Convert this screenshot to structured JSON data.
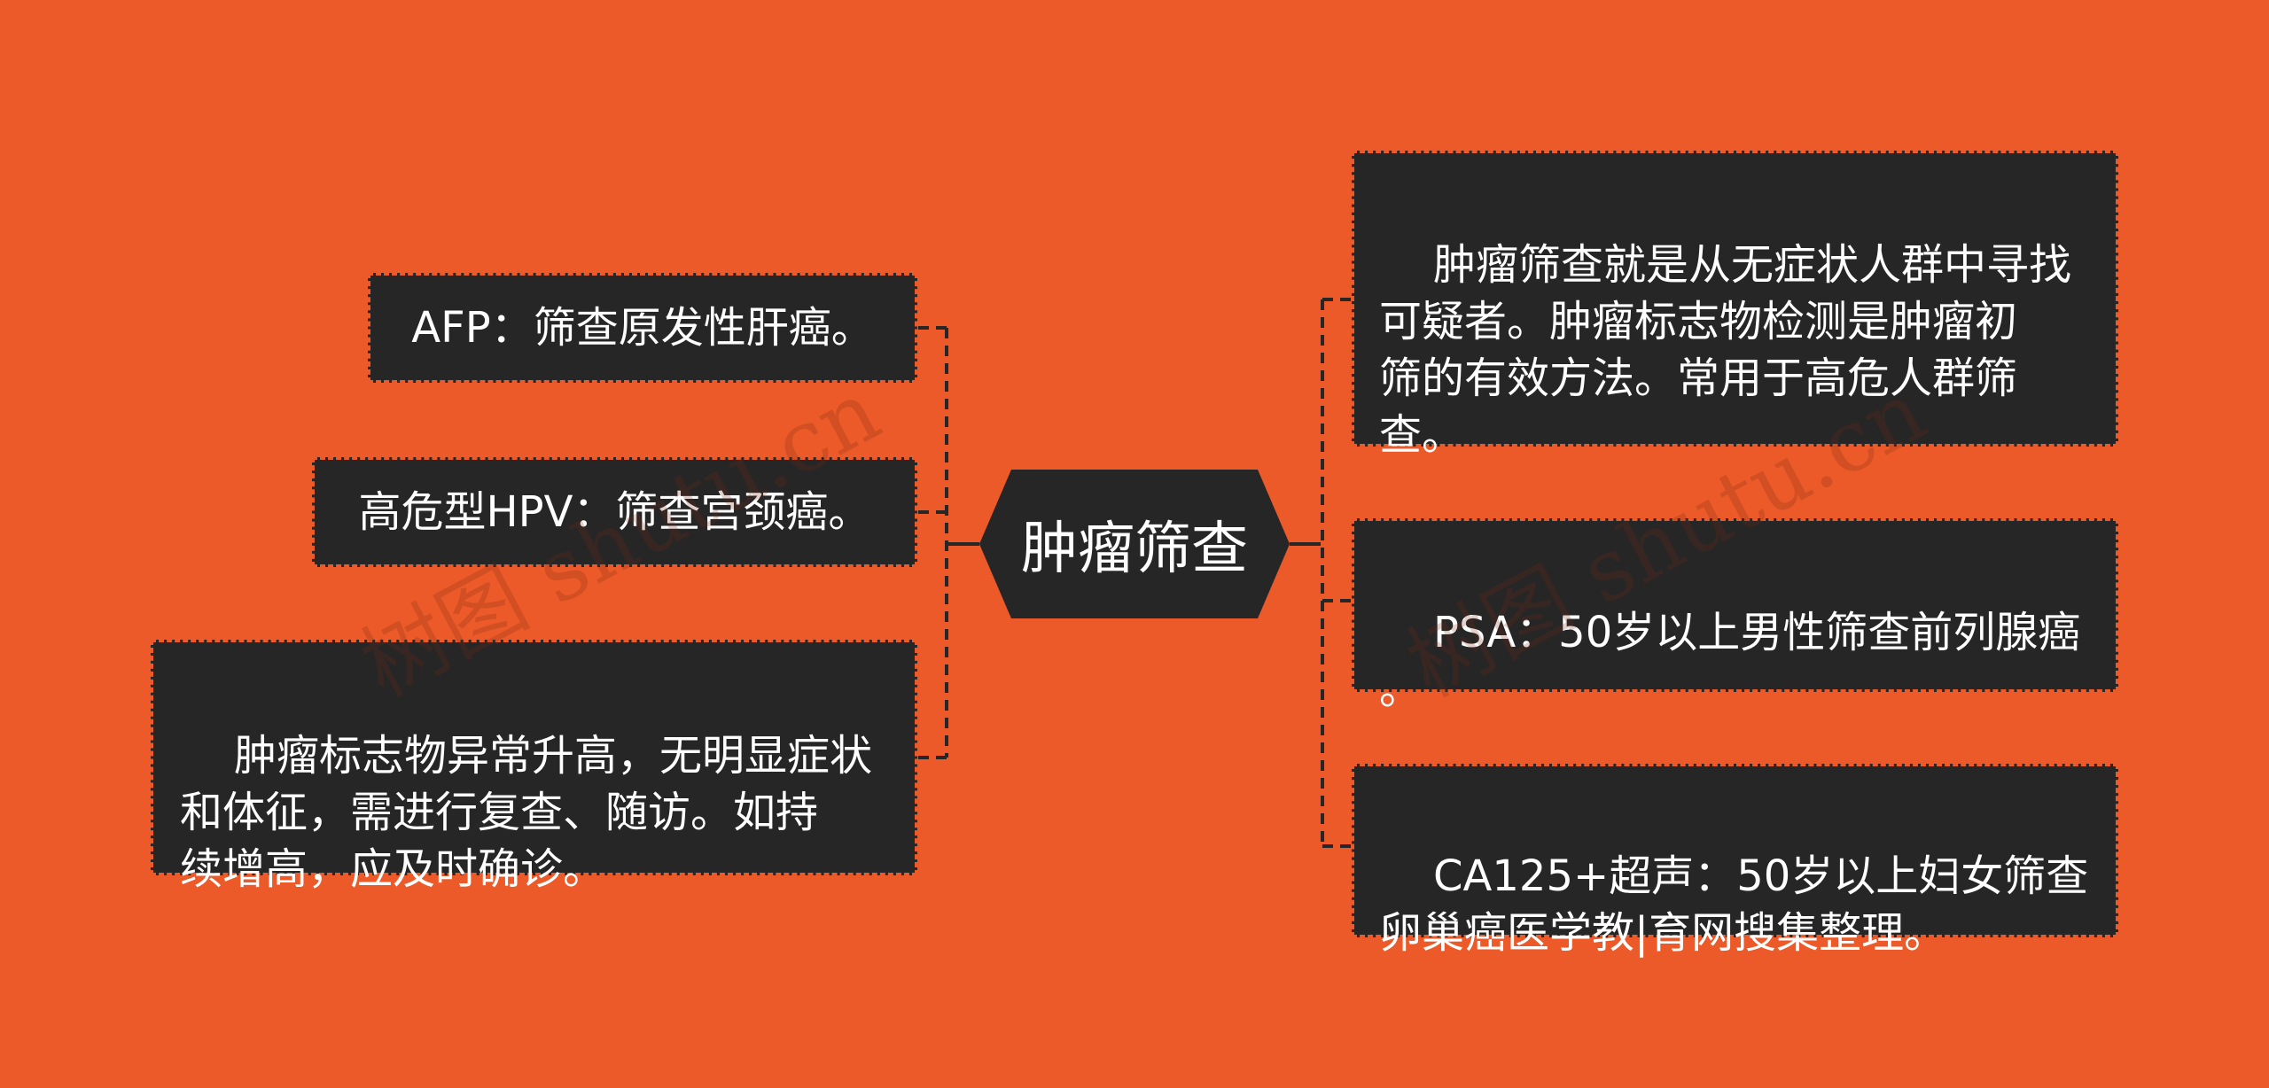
{
  "center": {
    "label": "肿瘤筛查"
  },
  "left_nodes": [
    {
      "text": "AFP：筛查原发性肝癌。"
    },
    {
      "text": "高危型HPV：筛查宫颈癌。"
    },
    {
      "text": "肿瘤标志物异常升高，无明显症状\n和体征，需进行复查、随访。如持\n续增高，应及时确诊。"
    }
  ],
  "right_nodes": [
    {
      "text": "肿瘤筛查就是从无症状人群中寻找\n可疑者。肿瘤标志物检测是肿瘤初\n筛的有效方法。常用于高危人群筛\n查。"
    },
    {
      "text": "PSA：50岁以上男性筛查前列腺癌\n。"
    },
    {
      "text": "CA125+超声：50岁以上妇女筛查\n卵巢癌医学教|育网搜集整理。"
    }
  ],
  "watermarks": [
    "树图 shutu.cn",
    "树图 shutu.cn"
  ],
  "colors": {
    "background": "#EB5A28",
    "node_fill": "#262626",
    "text": "#FFFFFF",
    "connector": "#262626"
  }
}
